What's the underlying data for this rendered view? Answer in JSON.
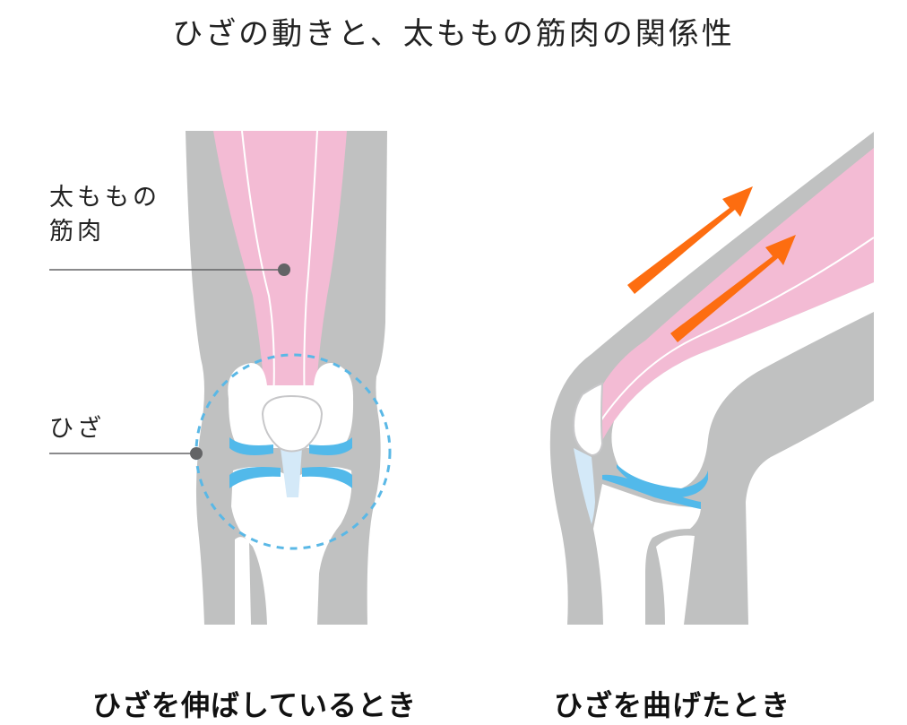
{
  "title": "ひざの動きと、太ももの筋肉の関係性",
  "labels": {
    "thigh_muscle_line1": "太ももの",
    "thigh_muscle_line2": "筋肉",
    "knee": "ひざ"
  },
  "captions": {
    "extended": "ひざを伸ばしているとき",
    "bent": "ひざを曲げたとき"
  },
  "colors": {
    "skin_gray": "#c0c1c1",
    "muscle_pink": "#f3bbd4",
    "cartilage_blue": "#52b9ea",
    "ligament_lightblue": "#d4e9f8",
    "arrow_orange": "#fd6d10",
    "pointer_gray": "#636466",
    "dashed_circle": "#5ab8e6"
  }
}
